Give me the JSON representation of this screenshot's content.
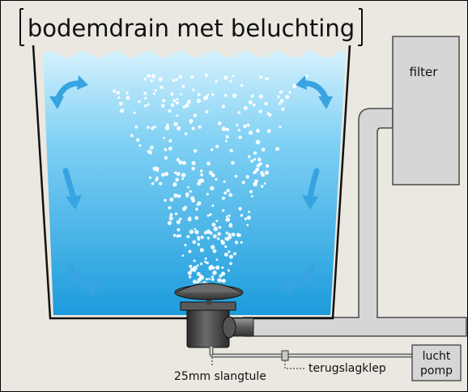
{
  "title": "bodemdrain met beluchting",
  "labels": {
    "filter": "filter",
    "hose_tail": "25mm slangtule",
    "check_valve": "terugslagklep",
    "air_pump_line1": "lucht",
    "air_pump_line2": "pomp"
  },
  "colors": {
    "background": "#eae8e0",
    "water_top": "#c9ecfb",
    "water_bottom": "#1f9fdd",
    "arrow": "#38a3e1",
    "pipe": "#d4d4d4",
    "drain": "#3c3c3c"
  }
}
